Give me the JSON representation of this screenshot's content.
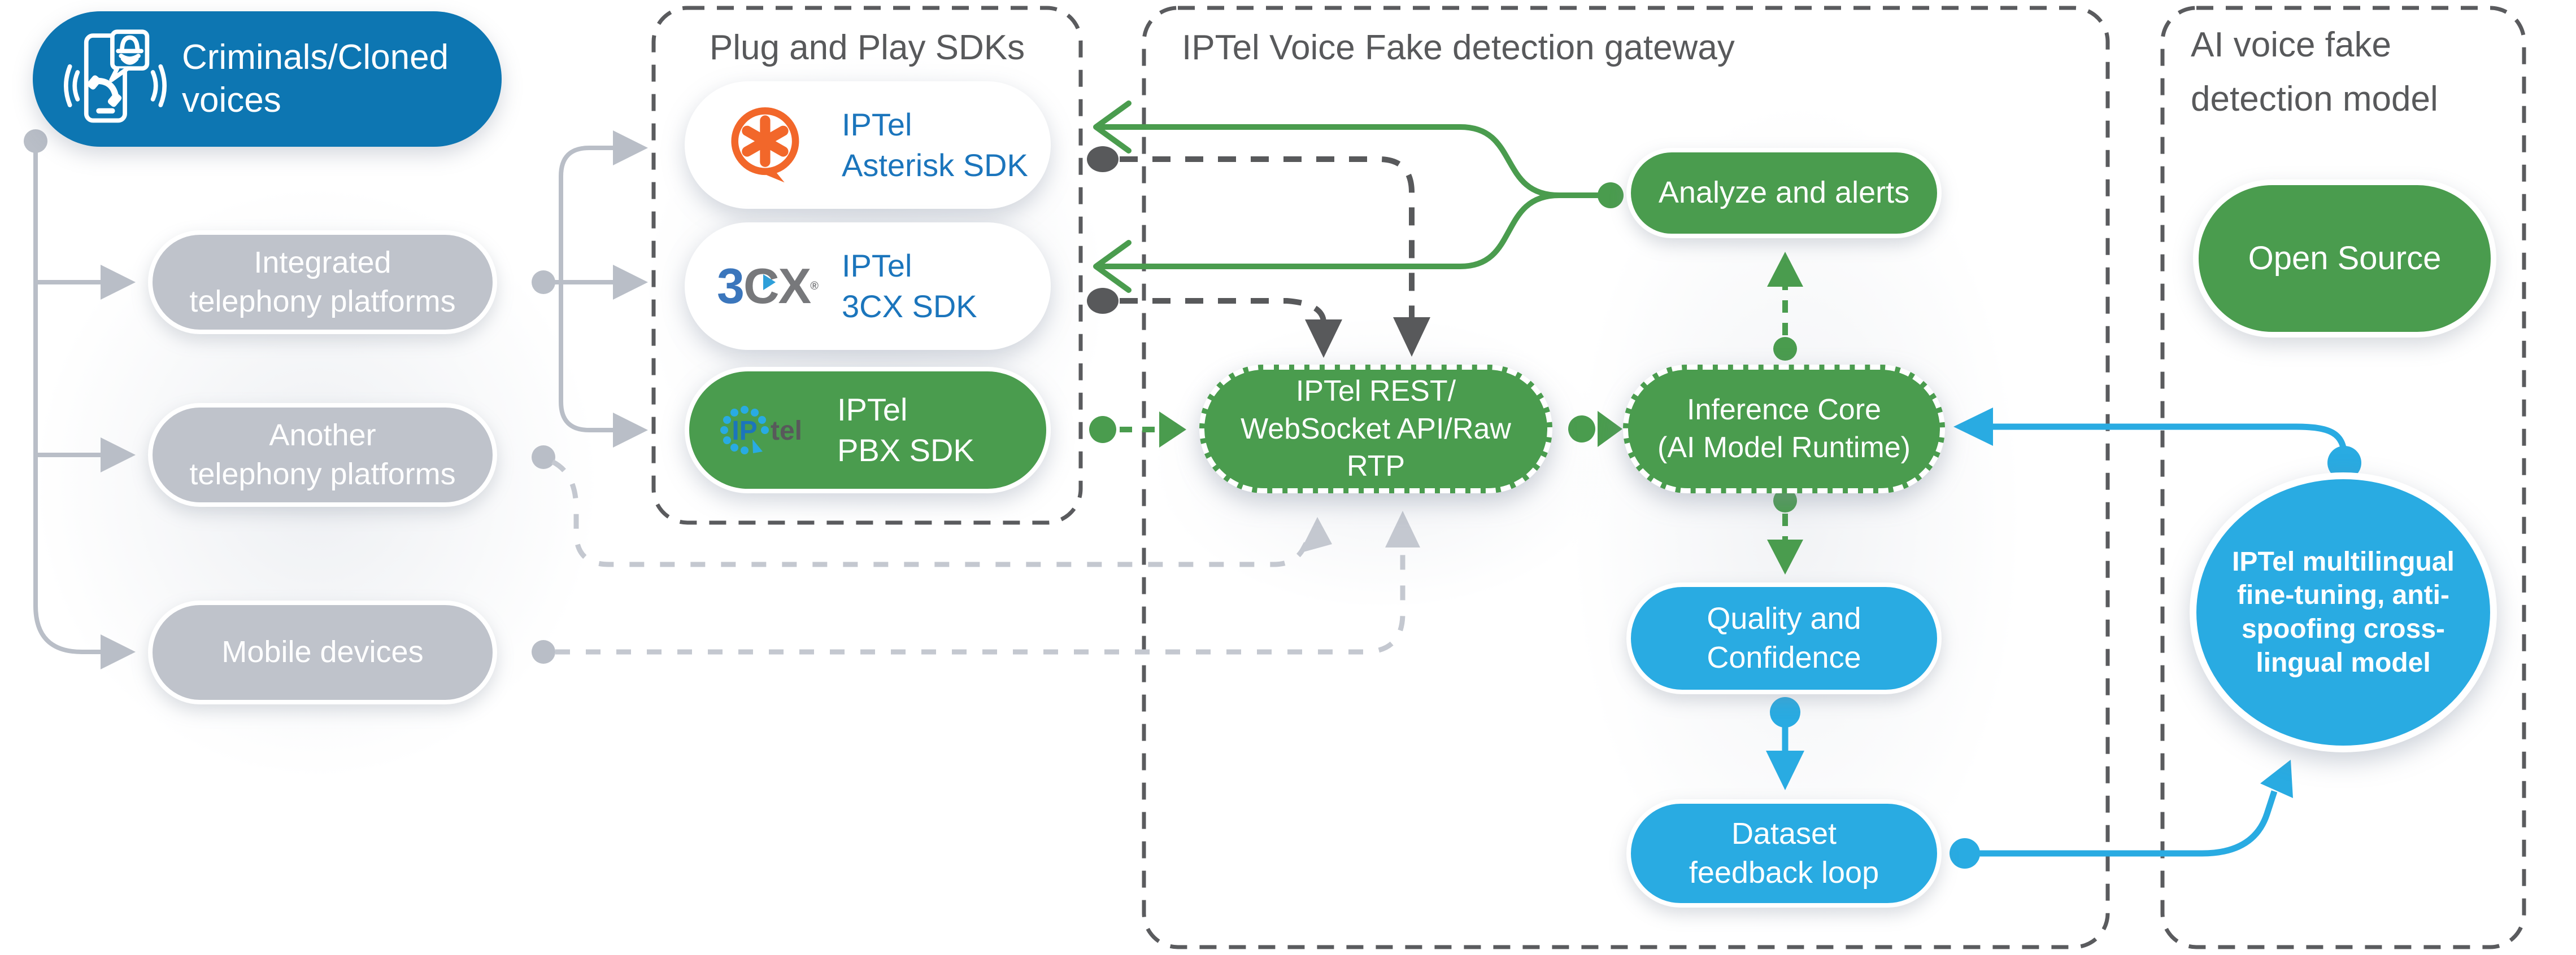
{
  "titles": {
    "sdk": "Plug and Play SDKs",
    "gateway": "IPTel Voice Fake detection gateway",
    "model_line1": "AI voice fake",
    "model_line2": "detection model"
  },
  "source": {
    "line1": "Criminals/Cloned",
    "line2": "voices"
  },
  "inputs": {
    "integrated": {
      "line1": "Integrated",
      "line2": "telephony platforms"
    },
    "another": {
      "line1": "Another",
      "line2": "telephony platforms"
    },
    "mobile": {
      "line1": "Mobile devices"
    }
  },
  "sdk_cards": {
    "asterisk": {
      "line1": "IPTel",
      "line2": "Asterisk SDK"
    },
    "c3x": {
      "line1": "IPTel",
      "line2": "3CX SDK",
      "logo_3": "3",
      "logo_cx": "CX",
      "logo_reg": "®"
    },
    "pbx": {
      "line1": "IPTel",
      "line2": "PBX SDK",
      "logo_ip": "IP",
      "logo_tel": "tel"
    }
  },
  "gateway_nodes": {
    "analyze": {
      "line1": "Analyze and alerts"
    },
    "api": {
      "line1": "IPTel REST/",
      "line2": "WebSocket API/Raw",
      "line3": "RTP"
    },
    "inference": {
      "line1": "Inference Core",
      "line2": "(AI Model Runtime)"
    },
    "quality": {
      "line1": "Quality and",
      "line2": "Confidence"
    },
    "dataset": {
      "line1": "Dataset",
      "line2": "feedback loop"
    }
  },
  "model_panel": {
    "open_source": "Open Source",
    "circle": {
      "line1": "IPTel multilingual",
      "line2": "fine-tuning, anti-",
      "line3": "spoofing cross-",
      "line4": "lingual model"
    }
  },
  "colors": {
    "brand_blue": "#0d76b2",
    "bright_blue": "#29abe2",
    "green": "#4a9c4e",
    "gray_pill": "#bfc3cb",
    "connector_gray": "#b9bec7",
    "connector_light_gray": "#c4c8d0",
    "dashed_dark_gray": "#58595b",
    "title_text": "#58595b",
    "sdk_text_blue": "#1b75bc",
    "asterisk_orange": "#f2672a"
  }
}
